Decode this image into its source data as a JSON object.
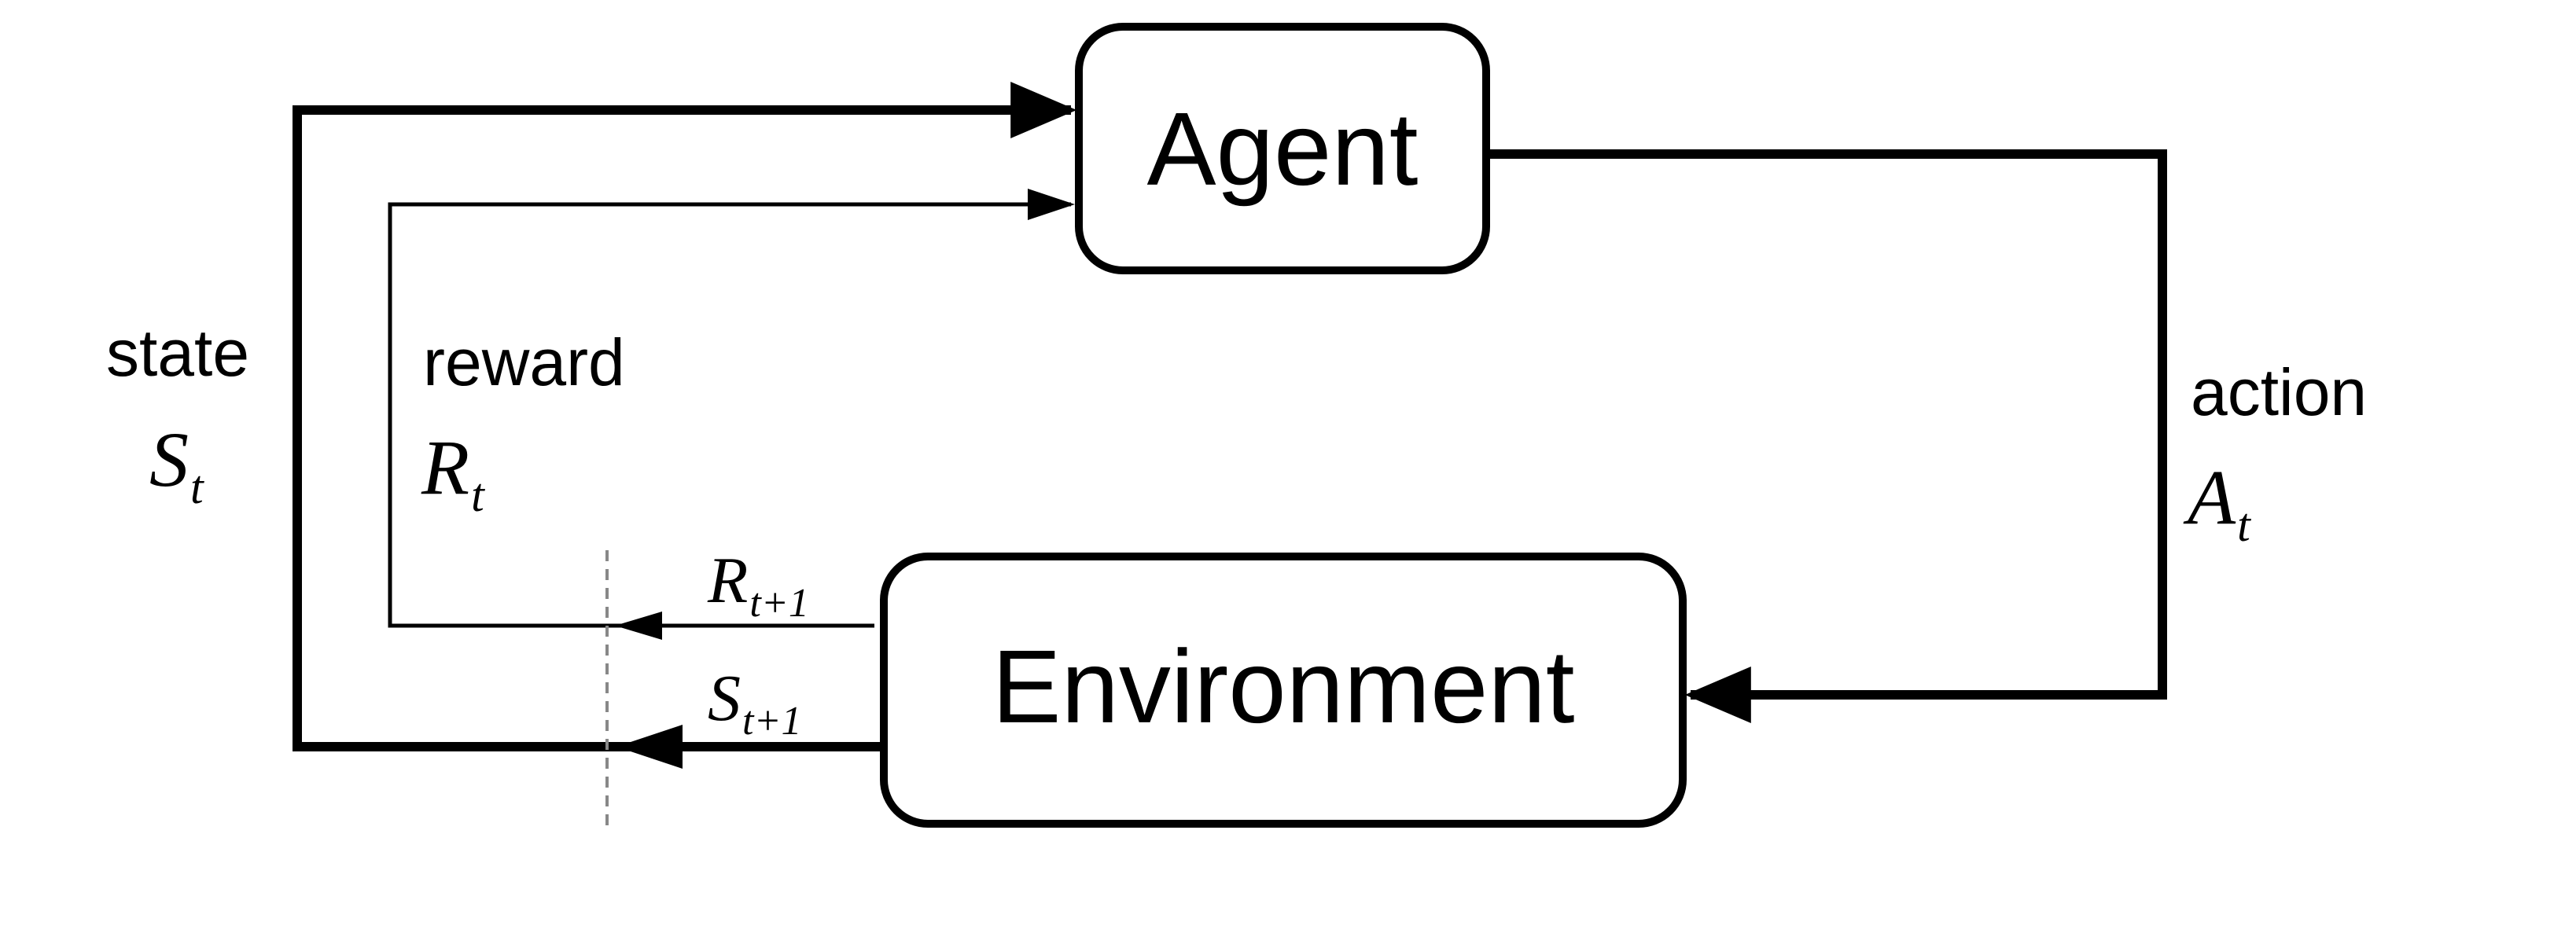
{
  "nodes": {
    "agent": {
      "label": "Agent"
    },
    "environment": {
      "label": "Environment"
    }
  },
  "labels": {
    "state": {
      "word": "state",
      "symbol": "S",
      "subscript": "t"
    },
    "reward": {
      "word": "reward",
      "symbol": "R",
      "subscript": "t"
    },
    "action": {
      "word": "action",
      "symbol": "A",
      "subscript": "t"
    },
    "next_reward": {
      "symbol": "R",
      "subscript": "t+1"
    },
    "next_state": {
      "symbol": "S",
      "subscript": "t+1"
    }
  },
  "edges": [
    {
      "from": "environment",
      "to": "agent",
      "label": "state"
    },
    {
      "from": "environment",
      "to": "agent",
      "label": "reward"
    },
    {
      "from": "agent",
      "to": "environment",
      "label": "action"
    }
  ],
  "colors": {
    "stroke": "#000000",
    "background": "#ffffff",
    "divider": "#888888"
  }
}
